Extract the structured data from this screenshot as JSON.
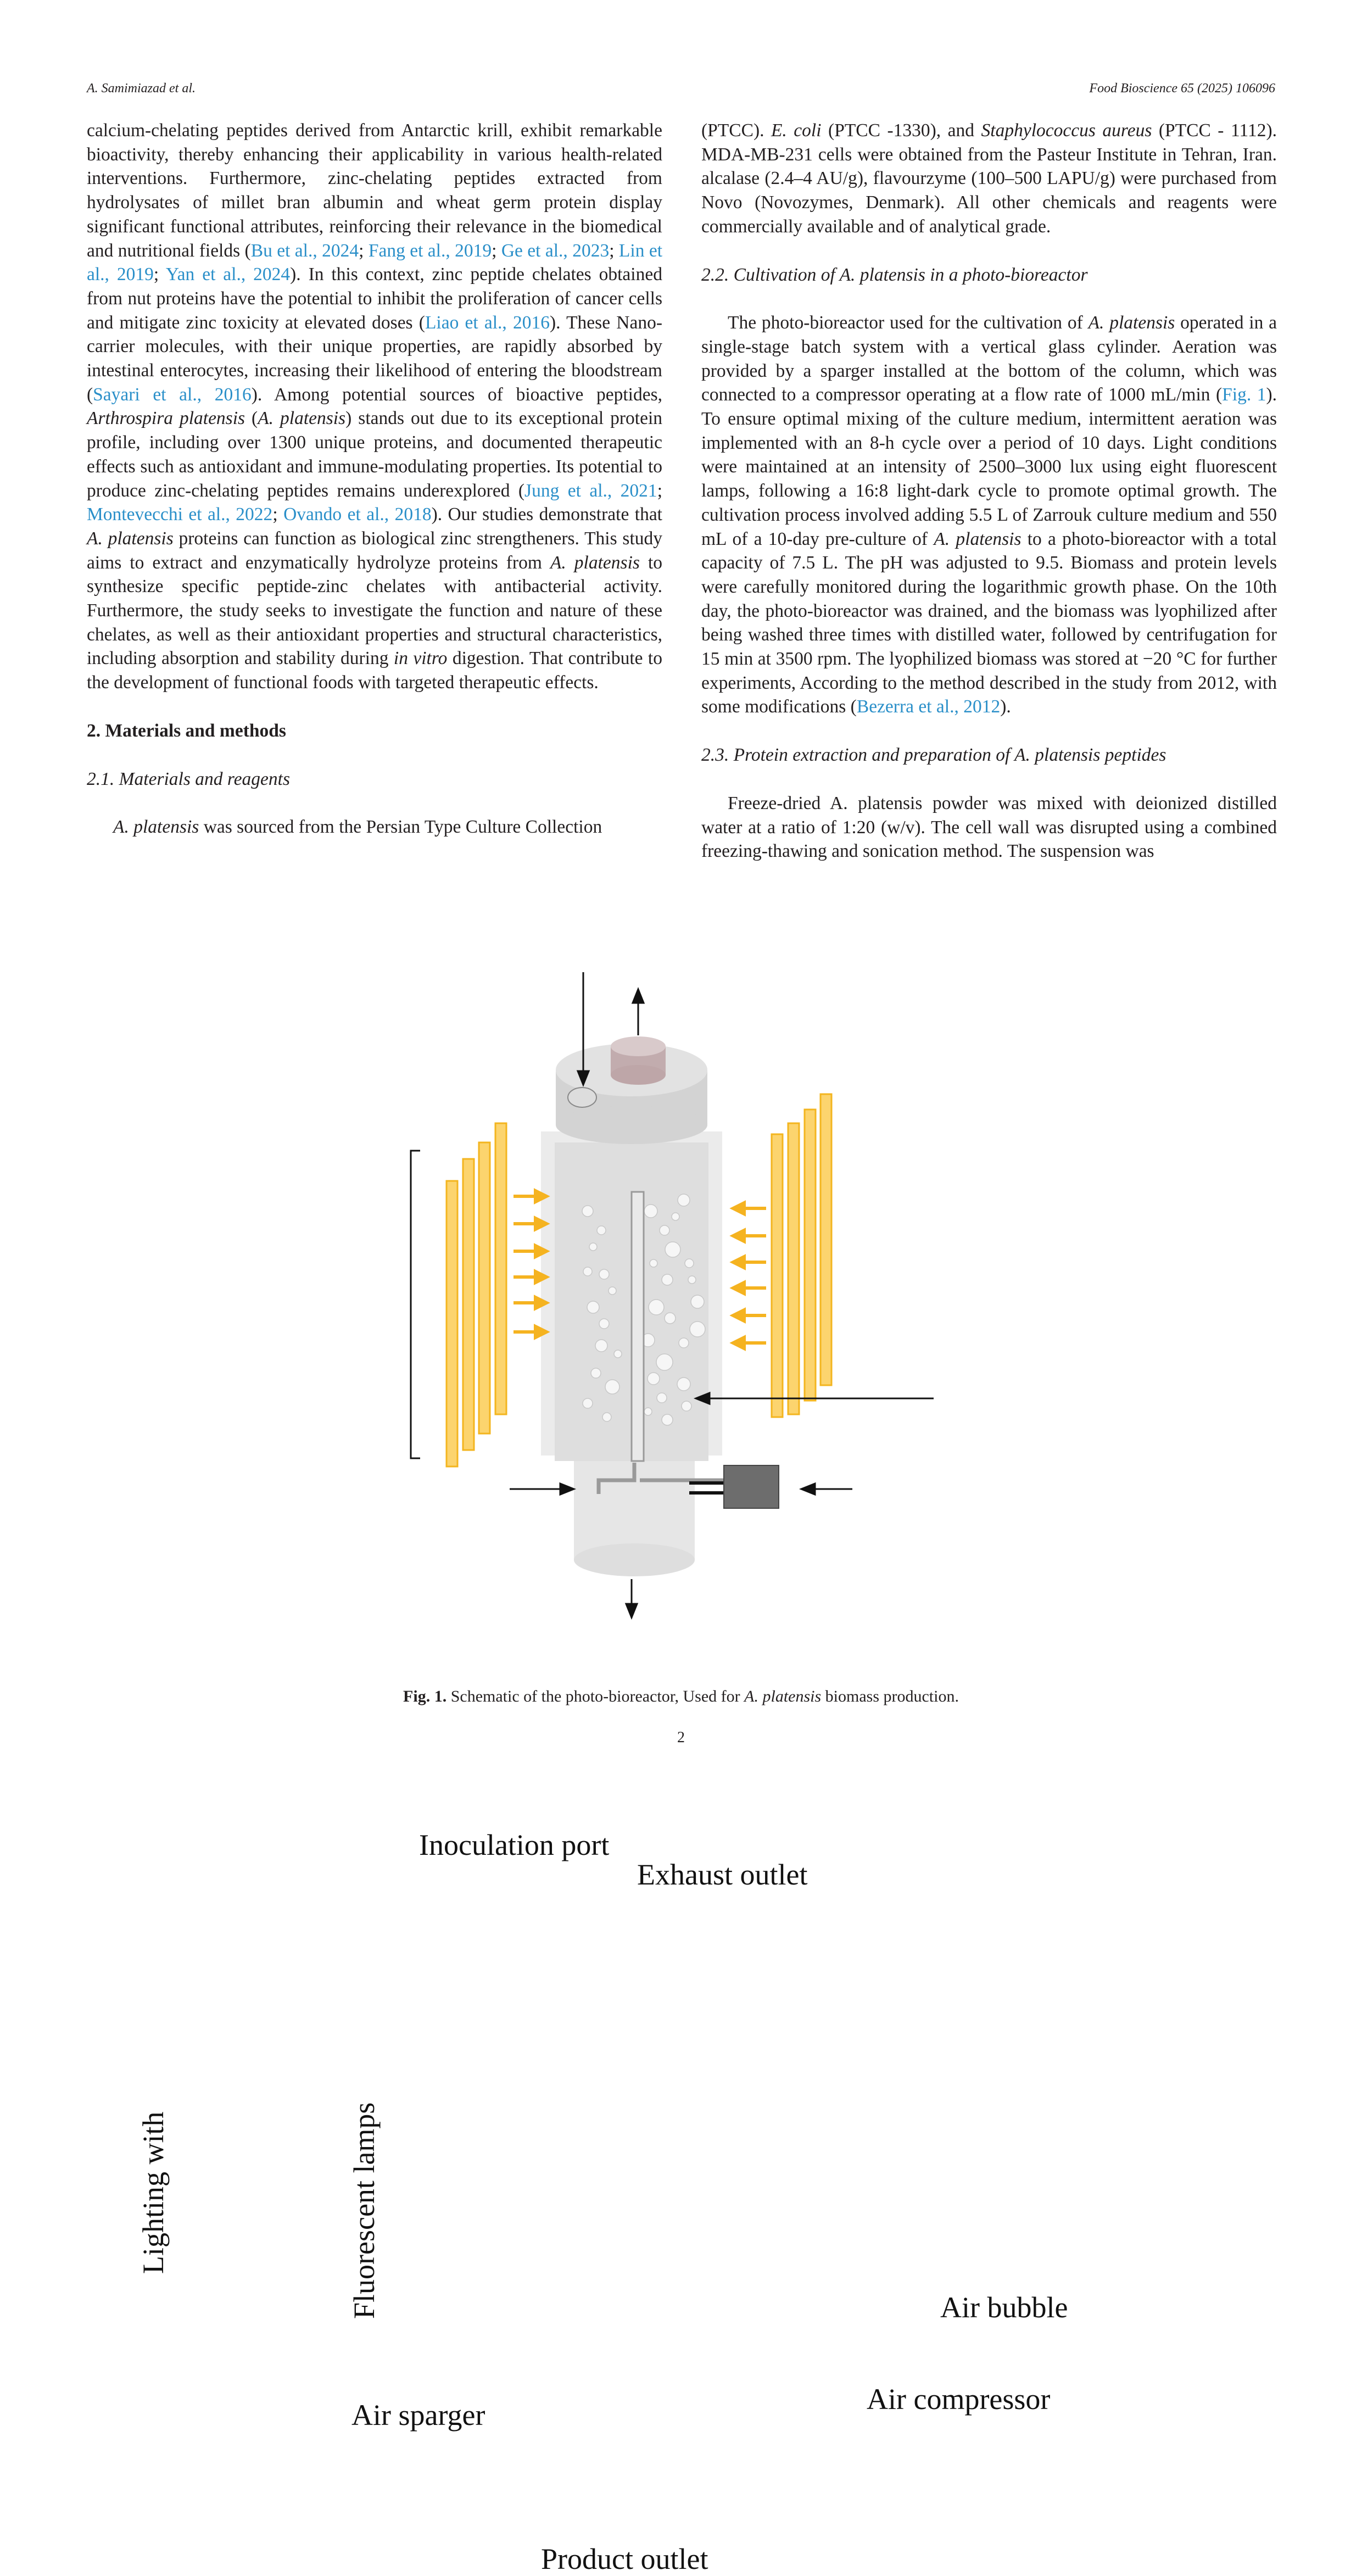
{
  "header": {
    "authors": "A. Samimiazad et al.",
    "journal": "Food Bioscience 65 (2025) 106096"
  },
  "left_column": {
    "p1": {
      "a": "calcium-chelating peptides derived from Antarctic krill, exhibit remarkable bioactivity, thereby enhancing their applicability in various health-related interventions. Furthermore, zinc-chelating peptides extracted from hydrolysates of millet bran albumin and wheat germ protein display significant functional attributes, reinforcing their relevance in the biomedical and nutritional fields (",
      "c1": "Bu et al., 2024",
      "c2": "Fang et al., 2019",
      "c3": "Ge et al., 2023",
      "c4": "Lin et al., 2019",
      "c5": "Yan et al., 2024",
      "b": "). In this context, zinc peptide chelates obtained from nut proteins have the potential to inhibit the proliferation of cancer cells and mitigate zinc toxicity at elevated doses (",
      "c6": "Liao et al., 2016",
      "c": "). These Nano-carrier molecules, with their unique properties, are rapidly absorbed by intestinal enterocytes, increasing their likelihood of entering the bloodstream (",
      "c7": "Sayari et al., 2016",
      "d": "). Among potential sources of bioactive peptides, ",
      "e_it": "Arthrospira platensis",
      "f": " (",
      "g_it": "A. platensis",
      "h": ") stands out due to its exceptional protein profile, including over 1300 unique proteins, and documented therapeutic effects such as antioxidant and immune-modulating properties. Its potential to produce zinc-chelating peptides remains underexplored (",
      "c8": "Jung et al., 2021",
      "c9": "Montevecchi et al., 2022",
      "c10": "Ovando et al., 2018",
      "i": "). Our studies demonstrate that ",
      "j_it": "A. platensis",
      "k": " proteins can function as biological zinc strengtheners. This study aims to extract and enzymatically hydrolyze proteins from ",
      "l_it": "A. platensis",
      "m": " to synthesize specific peptide-zinc chelates with antibacterial activity. Furthermore, the study seeks to investigate the function and nature of these chelates, as well as their antioxidant properties and structural characteristics, including absorption and stability during ",
      "n_it": "in vitro",
      "o": " digestion. That contribute to the development of functional foods with targeted therapeutic effects."
    },
    "section2": "2.  Materials and methods",
    "section21": "2.1.  Materials and reagents",
    "p2": {
      "a_it": "A. platensis",
      "b": " was sourced from the Persian Type Culture Collection"
    }
  },
  "right_column": {
    "p1": {
      "a": "(PTCC). ",
      "b_it": "E. coli",
      "c": " (PTCC -1330), and ",
      "d_it": "Staphylococcus aureus",
      "e": " (PTCC - 1112). MDA-MB-231 cells were obtained from the Pasteur Institute in Tehran, Iran. alcalase (2.4–4 AU/g), flavourzyme (100–500 LAPU/g) were purchased from Novo (Novozymes, Denmark). All other chemicals and reagents were commercially available and of analytical grade."
    },
    "section22": "2.2.  Cultivation of A. platensis in a photo-bioreactor",
    "p2": {
      "a": "The photo-bioreactor used for the cultivation of ",
      "b_it": "A. platensis",
      "c": " operated in a single-stage batch system with a vertical glass cylinder. Aeration was provided by a sparger installed at the bottom of the column, which was connected to a compressor operating at a flow rate of 1000 mL/min (",
      "cite": "Fig. 1",
      "d": "). To ensure optimal mixing of the culture medium, intermittent aeration was implemented with an 8-h cycle over a period of 10 days. Light conditions were maintained at an intensity of 2500–3000 lux using eight fluorescent lamps, following a 16:8 light-dark cycle to promote optimal growth. The cultivation process involved adding 5.5 L of Zarrouk culture medium and 550 mL of a 10-day pre-culture of ",
      "e_it": "A. platensis",
      "f": " to a photo-bioreactor with a total capacity of 7.5 L. The pH was adjusted to 9.5. Biomass and protein levels were carefully monitored during the logarithmic growth phase. On the 10th day, the photo-bioreactor was drained, and the biomass was lyophilized after being washed three times with distilled water, followed by centrifugation for 15 min at 3500 rpm. The lyophilized biomass was stored at −20 °C for further experiments, According to the method described in the study from 2012, with some modifications (",
      "cite2": "Bezerra et al., 2012",
      "g": ")."
    },
    "section23": "2.3.  Protein extraction and preparation of A. platensis peptides",
    "p3": "Freeze-dried A. platensis powder was mixed with deionized distilled water at a ratio of 1:20 (w/v). The cell wall was disrupted using a combined freezing-thawing and sonication method. The suspension was"
  },
  "figure": {
    "labels": {
      "inoculation_port": "Inoculation port",
      "exhaust_outlet": "Exhaust outlet",
      "lighting_line1": "Lighting with",
      "lighting_line2": "Fluorescent lamps",
      "air_bubble": "Air bubble",
      "air_compressor": "Air compressor",
      "air_sparger": "Air sparger",
      "product_outlet": "Product outlet"
    },
    "caption_label": "Fig. 1.",
    "caption_a": "  Schematic of the photo-bioreactor, Used for ",
    "caption_it": "A. platensis",
    "caption_b": " biomass production.",
    "colors": {
      "lamp_fill": "#fcd46e",
      "lamp_stroke": "#f3b51f",
      "light_arrow": "#f5b320",
      "vessel": "#dcdcdc",
      "cap": "#cfcfcf",
      "exhaust_cap": "#c9b6b8",
      "compressor": "#6d6d6d"
    }
  },
  "page_number": "2"
}
